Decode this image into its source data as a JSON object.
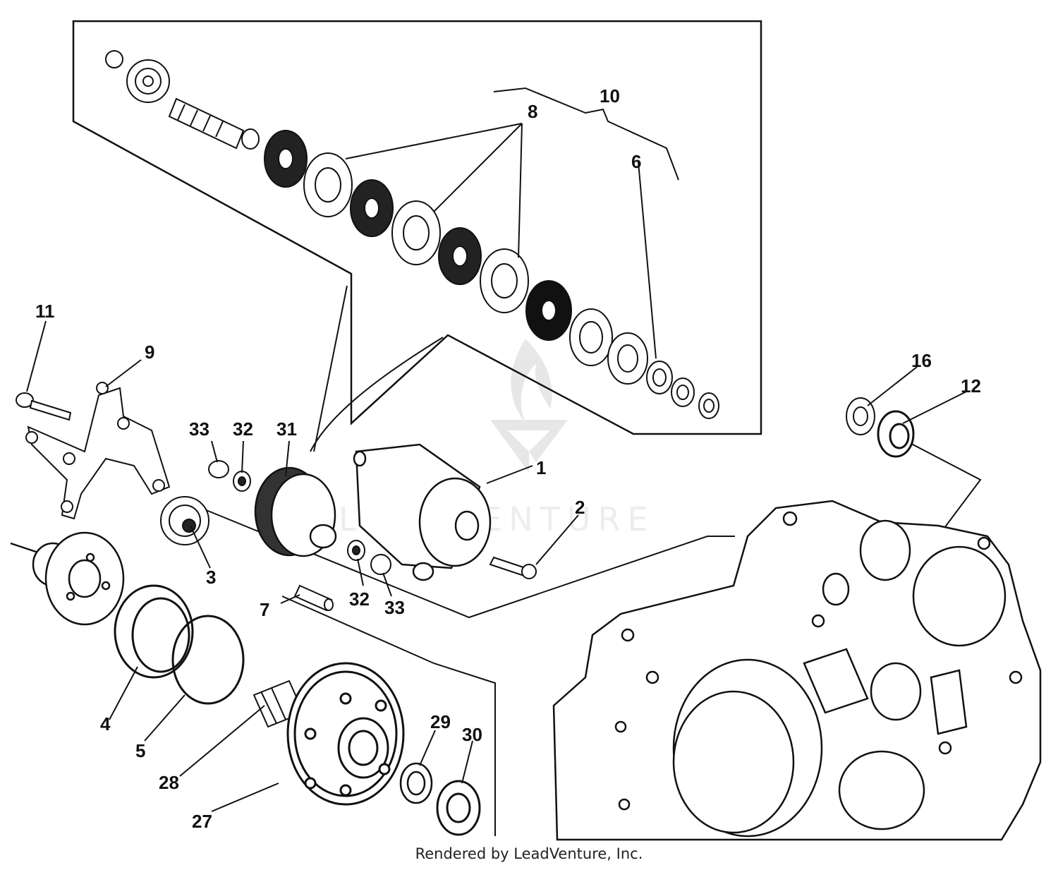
{
  "diagram": {
    "callouts": [
      "1",
      "2",
      "3",
      "4",
      "5",
      "6",
      "7",
      "8",
      "9",
      "10",
      "11",
      "12",
      "16",
      "27",
      "28",
      "29",
      "30",
      "31",
      "32",
      "32",
      "33",
      "33"
    ]
  },
  "watermark": {
    "text": "LEADVENTURE"
  },
  "footer": {
    "text": "Rendered by LeadVenture, Inc."
  }
}
